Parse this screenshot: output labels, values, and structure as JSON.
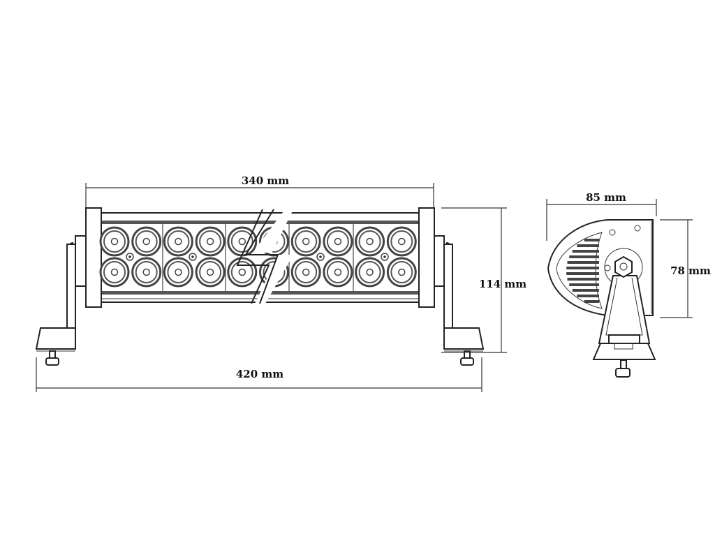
{
  "drawing": {
    "title": "LED light bar dimensions",
    "dimensions": {
      "inner_length": "340 mm",
      "overall_length": "420 mm",
      "height": "114 mm",
      "depth": "85 mm",
      "body_height": "78 mm"
    },
    "led_count_visible": 20
  }
}
